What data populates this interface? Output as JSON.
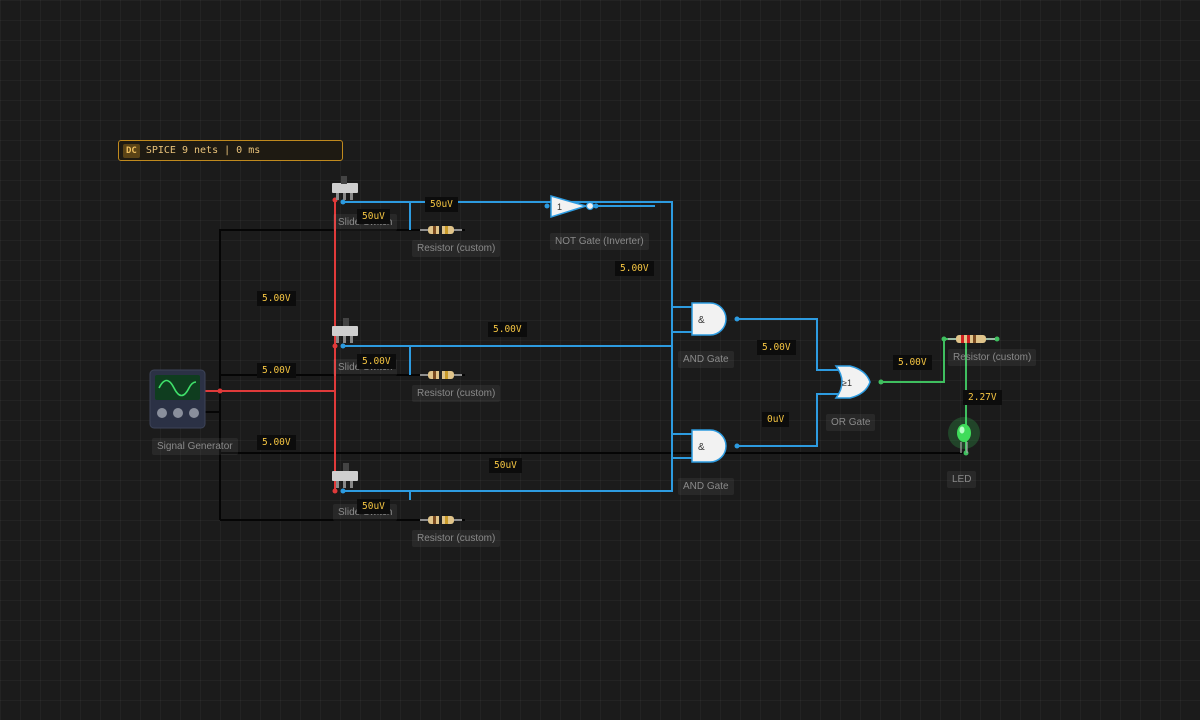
{
  "status": {
    "mode": "DC",
    "text": "SPICE 9 nets | 0 ms"
  },
  "components": {
    "switch1": "Slide Switch",
    "switch2": "Slide Switch",
    "switch3": "Slide Switch",
    "resistor1": "Resistor (custom)",
    "resistor2": "Resistor (custom)",
    "resistor3": "Resistor (custom)",
    "resistor4": "Resistor (custom)",
    "not_gate": "NOT Gate (Inverter)",
    "and_gate1": "AND Gate",
    "and_gate2": "AND Gate",
    "or_gate": "OR Gate",
    "led": "LED",
    "signal_generator": "Signal Generator"
  },
  "gate_symbols": {
    "and": "&",
    "or": "≥1",
    "not": "1"
  },
  "voltages": {
    "v_top_a": "50uV",
    "v_top_b": "50uV",
    "v_not_out": "5.00V",
    "v_left_top": "5.00V",
    "v_sw2_line": "5.00V",
    "v_sw2_small": "5.00V",
    "v_gen_top": "5.00V",
    "v_gen_bottom": "5.00V",
    "v_and1_out": "5.00V",
    "v_and2_out": "0uV",
    "v_or_out": "5.00V",
    "v_led": "2.27V",
    "v_bottom_line": "50uV",
    "v_sw3_small": "50uV"
  },
  "colors": {
    "wire_blue": "#2d9be0",
    "wire_red": "#e03a3a",
    "wire_green": "#3fbf5f",
    "wire_black": "#050505",
    "voltage_text": "#f5c542",
    "led_on": "#3cff6a"
  }
}
